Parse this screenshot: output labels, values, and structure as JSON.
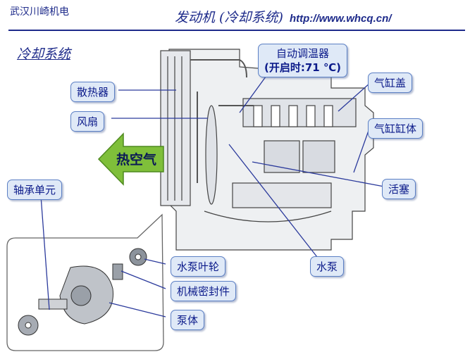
{
  "header": {
    "company": "武汉川崎机电",
    "title": "发动机 (冷却系统)",
    "url": "http://www.whcq.cn/"
  },
  "section_title": "冷却系统",
  "labels": {
    "thermostat": "自动调温器",
    "thermostat_sub": "(开启时:71 ℃)",
    "cylinder_head": "气缸盖",
    "radiator": "散热器",
    "fan": "风扇",
    "cylinder_block": "气缸缸体",
    "hot_air": "热空气",
    "piston": "活塞",
    "bearing_unit": "轴承单元",
    "pump_impeller": "水泵叶轮",
    "water_pump": "水泵",
    "mechanical_seal": "机械密封件",
    "pump_body": "泵体"
  },
  "colors": {
    "accent": "#1d2a8a",
    "label_bg": "#dfe9f7",
    "arrow_green": "#7fbf3a"
  }
}
